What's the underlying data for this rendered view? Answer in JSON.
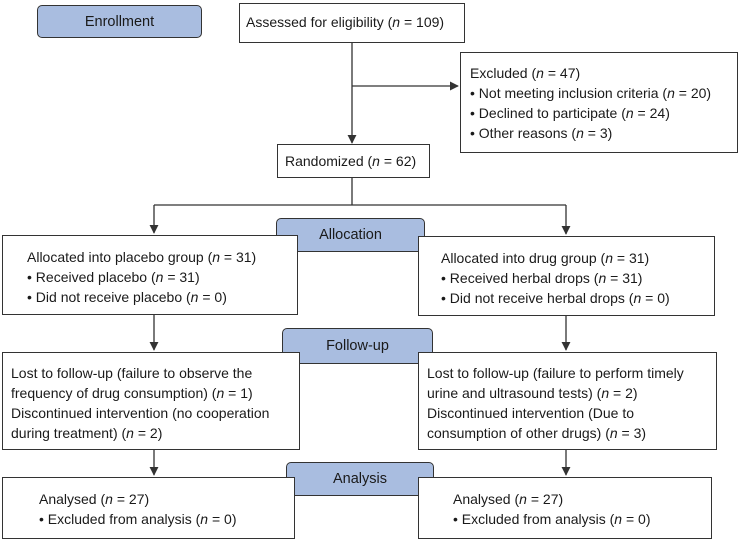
{
  "stages": {
    "enrollment": "Enrollment",
    "allocation": "Allocation",
    "followup": "Follow-up",
    "analysis": "Analysis"
  },
  "n_symbol": "n",
  "assessed": {
    "pre": "Assessed for eligibility (",
    "post": " = 109)"
  },
  "excluded": {
    "title": {
      "pre": "Excluded (",
      "post": " = 47)"
    },
    "items": [
      {
        "pre": "• Not meeting inclusion criteria (",
        "post": " = 20)"
      },
      {
        "pre": "• Declined to participate (",
        "post": " = 24)"
      },
      {
        "pre": "• Other reasons (",
        "post": " = 3)"
      }
    ]
  },
  "randomized": {
    "pre": "Randomized (",
    "post": " = 62)"
  },
  "placebo_alloc": {
    "title": {
      "pre": "Allocated into placebo group (",
      "post": " = 31)"
    },
    "items": [
      {
        "pre": "• Received placebo (",
        "post": " = 31)"
      },
      {
        "pre": "• Did not receive placebo (",
        "post": " = 0)"
      }
    ]
  },
  "drug_alloc": {
    "title": {
      "pre": "Allocated into drug group (",
      "post": " = 31)"
    },
    "items": [
      {
        "pre": "• Received herbal drops (",
        "post": " = 31)"
      },
      {
        "pre": "• Did not receive herbal drops (",
        "post": " = 0)"
      }
    ]
  },
  "placebo_follow": {
    "lines": [
      {
        "pre": "Lost to follow-up (failure to observe the"
      },
      {
        "pre": "frequency of drug consumption) (",
        "post": " = 1)"
      },
      {
        "pre": "Discontinued intervention (no cooperation"
      },
      {
        "pre": "during treatment) (",
        "post": " = 2)"
      }
    ]
  },
  "drug_follow": {
    "lines": [
      {
        "pre": "Lost to follow-up (failure to perform timely"
      },
      {
        "pre": "urine and ultrasound tests) (",
        "post": " = 2)"
      },
      {
        "pre": "Discontinued intervention (Due to"
      },
      {
        "pre": "consumption of other drugs) (",
        "post": " = 3)"
      }
    ]
  },
  "placebo_analysis": {
    "title": {
      "pre": "Analysed (",
      "post": " = 27)"
    },
    "items": [
      {
        "pre": "• Excluded from analysis (",
        "post": " = 0)"
      }
    ]
  },
  "drug_analysis": {
    "title": {
      "pre": "Analysed (",
      "post": " = 27)"
    },
    "items": [
      {
        "pre": "• Excluded from analysis (",
        "post": " = 0)"
      }
    ]
  },
  "colors": {
    "stage_fill": "#a9bde0",
    "border": "#333333",
    "line": "#333333"
  }
}
